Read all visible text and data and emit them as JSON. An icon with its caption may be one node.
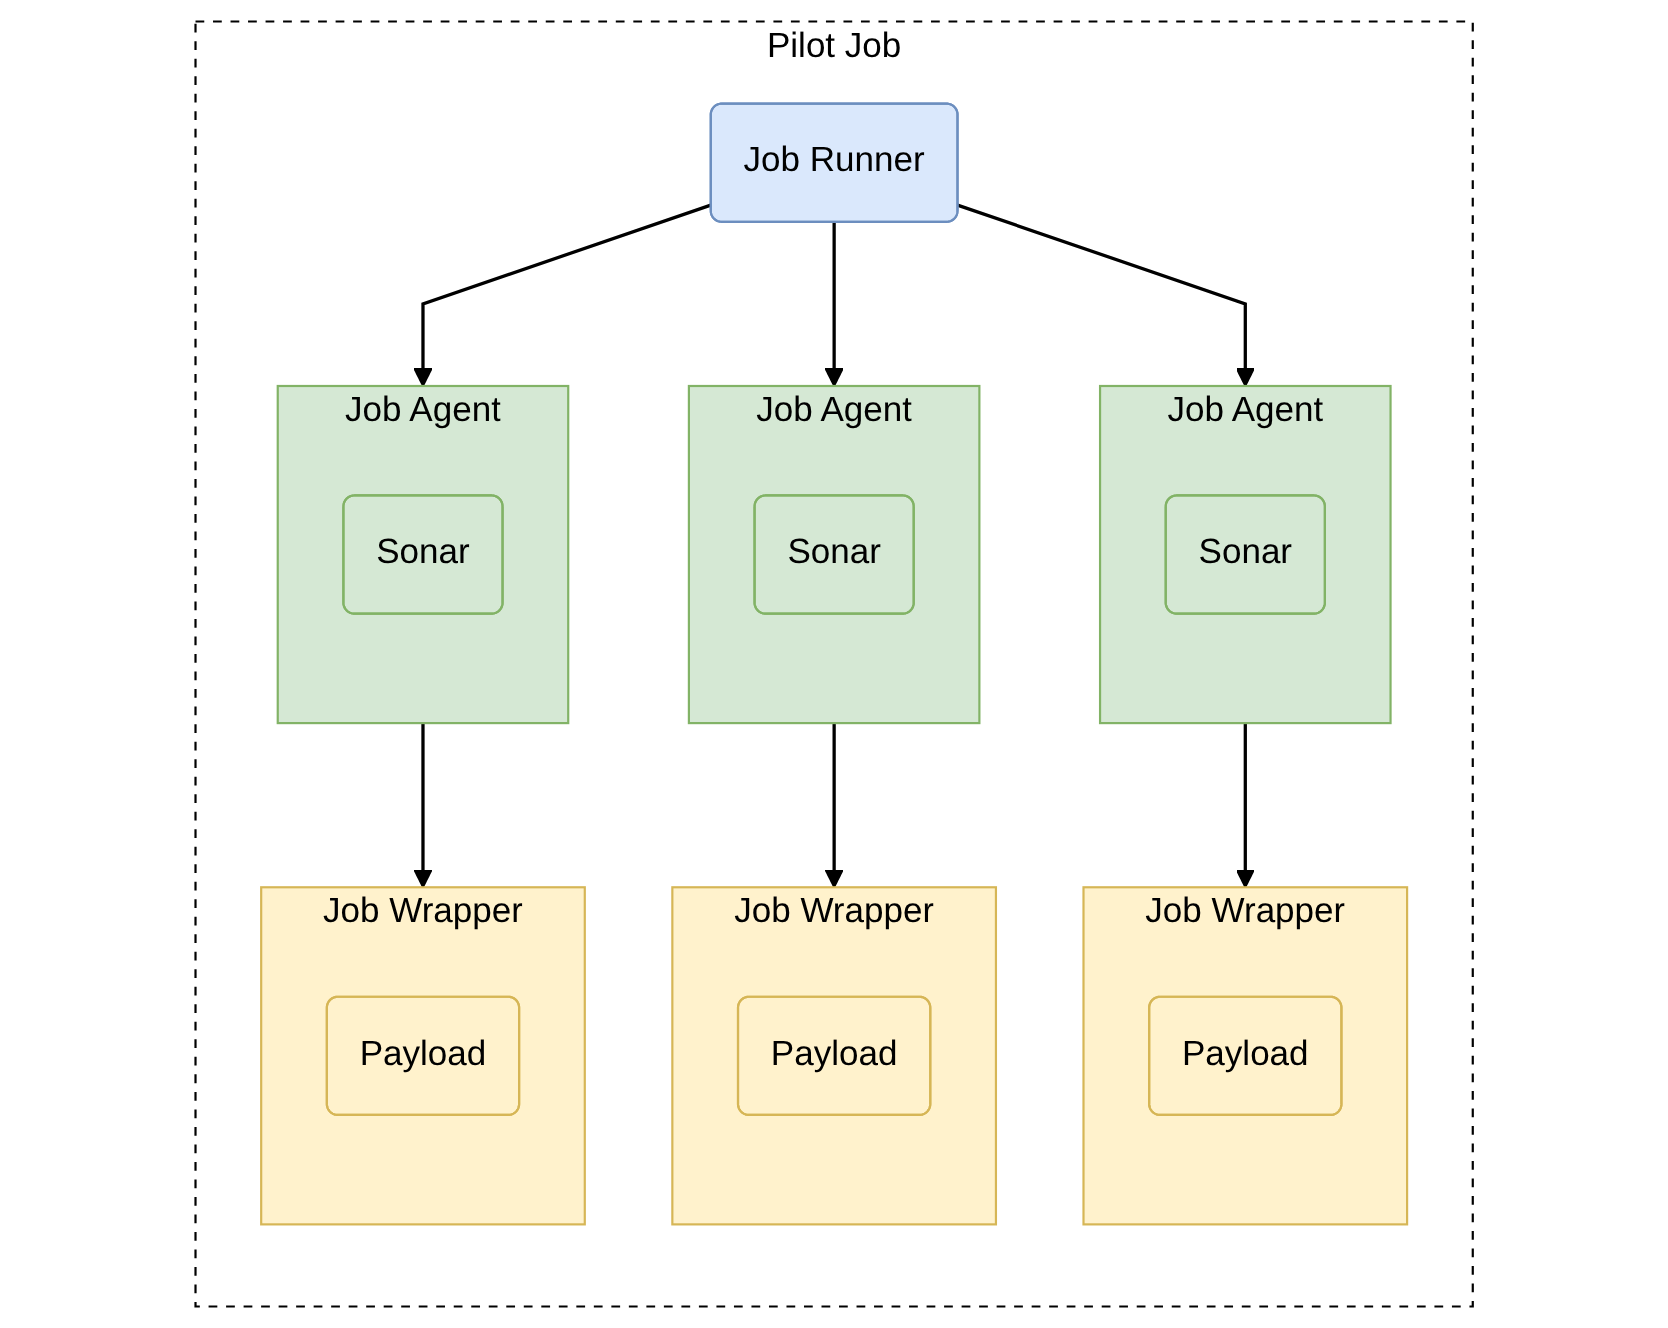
{
  "diagram": {
    "nodes": [
      {
        "text": [
          "Pilot Job"
        ]
      },
      {
        "text": [
          "Job Runner"
        ],
        "in": 0
      },
      {
        "text": [
          "Job Agent"
        ],
        "in": 0
      },
      {
        "text": [
          "Sonar"
        ],
        "in": 2
      },
      {
        "text": [
          "Job Agent"
        ],
        "in": 0
      },
      {
        "text": [
          "Sonar"
        ],
        "in": 4
      },
      {
        "text": [
          "Job Agent"
        ],
        "in": 0
      },
      {
        "text": [
          "Sonar"
        ],
        "in": 6
      },
      {
        "text": [
          "Job Wrapper"
        ],
        "in": 0
      },
      {
        "text": [
          "Payload"
        ],
        "in": 8
      },
      {
        "text": [
          "Job Wrapper"
        ],
        "in": 0
      },
      {
        "text": [
          "Payload"
        ],
        "in": 10
      },
      {
        "text": [
          "Job Wrapper"
        ],
        "in": 0
      },
      {
        "text": [
          "Payload"
        ],
        "in": 12
      }
    ],
    "edges": [
      {
        "from": 1,
        "to": 2,
        "arrow": "to"
      },
      {
        "from": 1,
        "to": 4,
        "arrow": "to"
      },
      {
        "from": 1,
        "to": 6,
        "arrow": "to"
      },
      {
        "from": 2,
        "to": 8,
        "arrow": "to"
      },
      {
        "from": 4,
        "to": 10,
        "arrow": "to"
      },
      {
        "from": 6,
        "to": 12,
        "arrow": "to"
      }
    ]
  }
}
